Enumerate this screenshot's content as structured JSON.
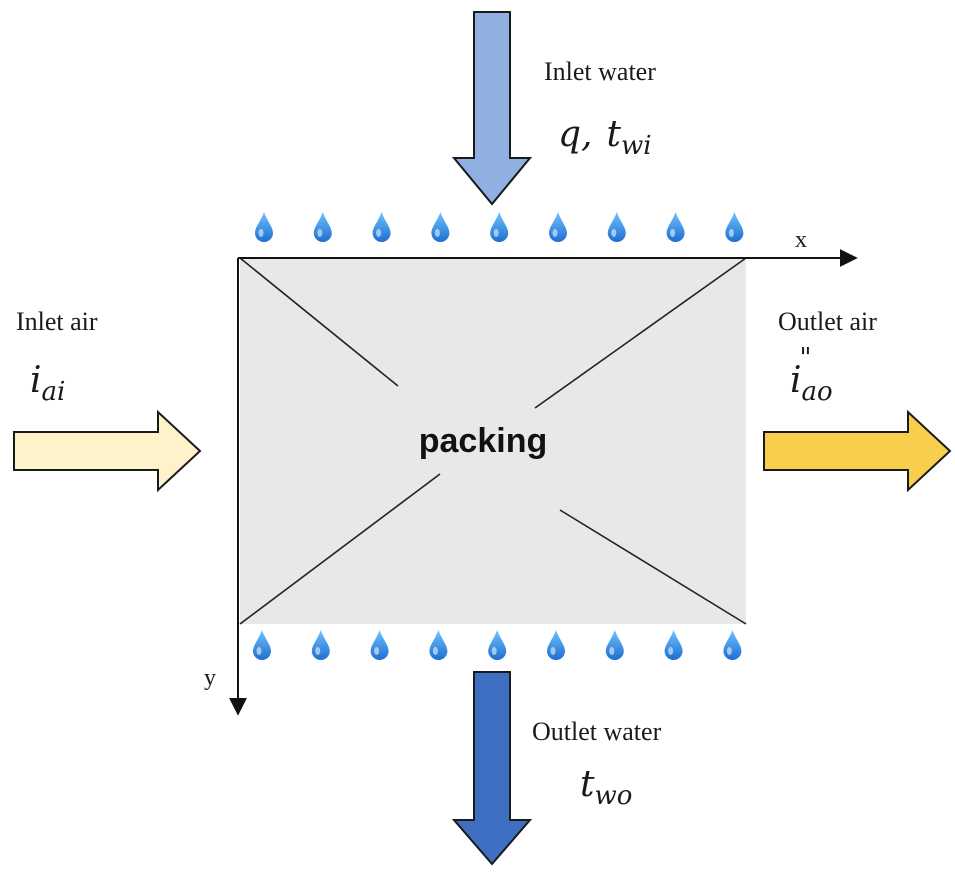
{
  "packing_label": "packing",
  "axes": {
    "x_label": "x",
    "y_label": "y"
  },
  "inlet_water": {
    "label": "Inlet water",
    "symbol1": "q",
    "separator": ",",
    "symbol2_main": "t",
    "symbol2_sub": "wi"
  },
  "outlet_water": {
    "label": "Outlet water",
    "symbol_main": "t",
    "symbol_sub": "wo"
  },
  "inlet_air": {
    "label": "Inlet air",
    "symbol_main": "i",
    "symbol_sub": "ai"
  },
  "outlet_air": {
    "label": "Outlet air",
    "symbol_main": "i",
    "symbol_sup": "\"",
    "symbol_sub": "ao"
  },
  "colors": {
    "packing_fill": "#e8e8e8",
    "water_in_arrow": "#8fb0e0",
    "water_out_arrow": "#3f6fc2",
    "air_in_arrow": "#fdf2c9",
    "air_out_arrow": "#f8cf4c",
    "droplet": "#3b8fe0"
  },
  "icons": {
    "droplet": "water-droplet-icon"
  }
}
